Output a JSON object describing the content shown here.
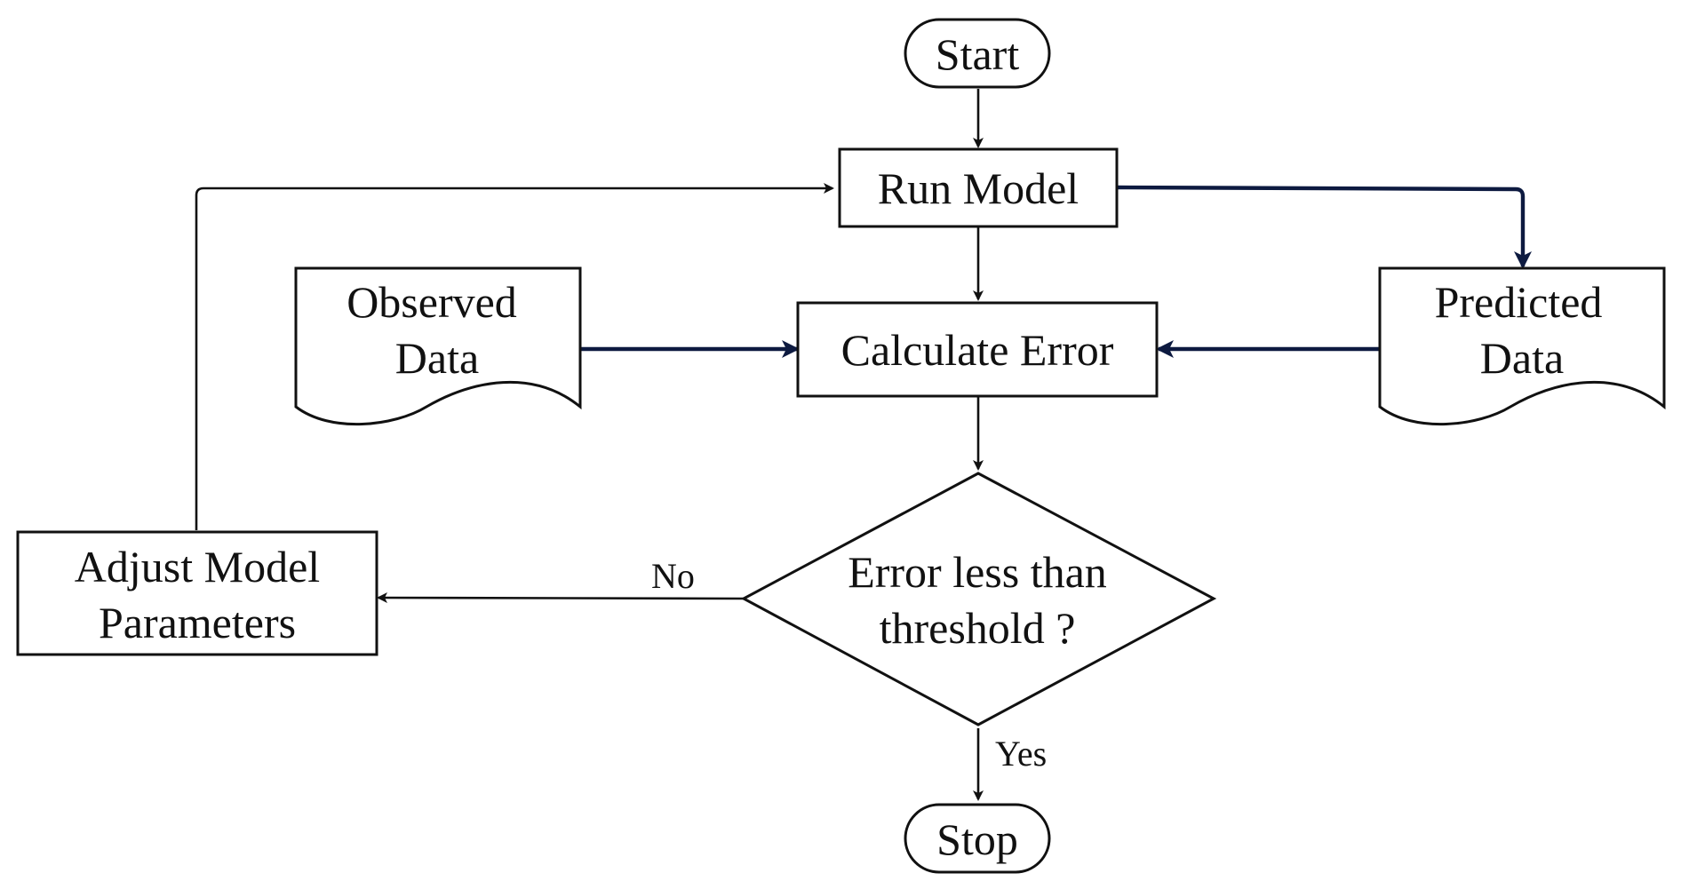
{
  "nodes": {
    "start": {
      "label": "Start"
    },
    "run_model": {
      "label": "Run Model"
    },
    "observed_data": {
      "line1": "Observed",
      "line2": "Data"
    },
    "calculate_error": {
      "label": "Calculate Error"
    },
    "predicted_data": {
      "line1": "Predicted",
      "line2": "Data"
    },
    "decision": {
      "line1": "Error less than",
      "line2": "threshold ?"
    },
    "adjust": {
      "line1": "Adjust Model",
      "line2": "Parameters"
    },
    "stop": {
      "label": "Stop"
    }
  },
  "edges": {
    "no_label": "No",
    "yes_label": "Yes"
  },
  "colors": {
    "stroke": "#111111",
    "data_flow": "#0d1a40"
  }
}
